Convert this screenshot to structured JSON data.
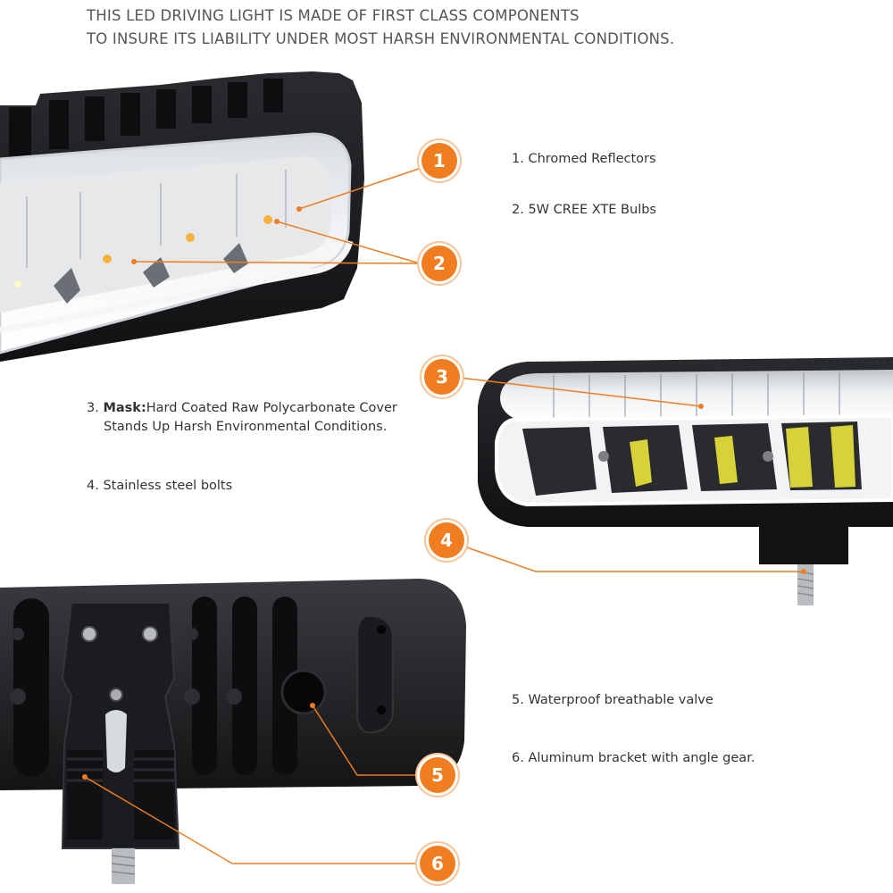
{
  "header": {
    "line1": "THIS LED DRIVING LIGHT IS MADE OF FIRST CLASS COMPONENTS",
    "line2": "TO INSURE ITS LIABILITY UNDER MOST HARSH ENVIRONMENTAL CONDITIONS."
  },
  "features": [
    {
      "number": "1",
      "text": "1. Chromed Reflectors"
    },
    {
      "number": "2",
      "text": "2. 5W CREE XTE  Bulbs"
    },
    {
      "number": "3",
      "prefix": "3. ",
      "bold": "Mask:",
      "text": "Hard  Coated  Raw Polycarbonate Cover",
      "text2": "Stands Up Harsh  Environmental  Conditions."
    },
    {
      "number": "4",
      "text": "4.  Stainless steel bolts"
    },
    {
      "number": "5",
      "text": "5.  Waterproof breathable valve"
    },
    {
      "number": "6",
      "text": "6.  Aluminum bracket with angle gear."
    }
  ],
  "colors": {
    "accent": "#f07d1f",
    "housing": "#1e1f22",
    "text": "#333333"
  }
}
